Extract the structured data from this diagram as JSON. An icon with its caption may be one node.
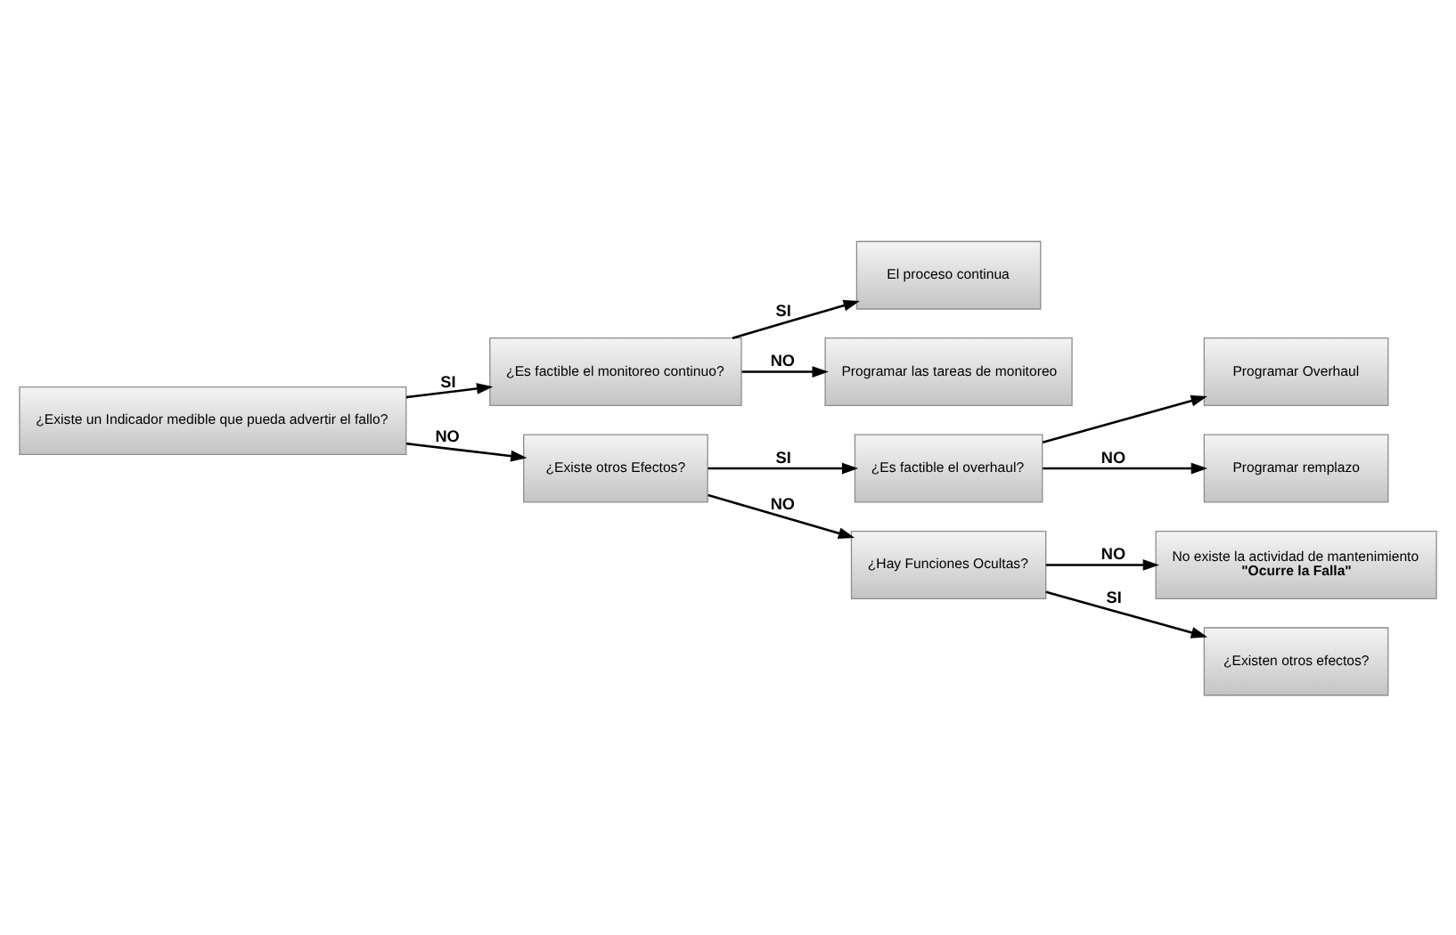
{
  "diagram": {
    "nodes": [
      {
        "text": [
          "¿Existe un Indicador medible que pueda advertir el fallo?"
        ]
      },
      {
        "text": [
          "¿Es factible el monitoreo continuo?"
        ]
      },
      {
        "text": [
          "El proceso continua"
        ]
      },
      {
        "text": [
          "Programar las tareas de monitoreo"
        ]
      },
      {
        "text": [
          "¿Existe otros Efectos?"
        ]
      },
      {
        "text": [
          "¿Es factible el overhaul?"
        ]
      },
      {
        "text": [
          "Programar Overhaul"
        ]
      },
      {
        "text": [
          "Programar remplazo"
        ]
      },
      {
        "text": [
          "¿Hay Funciones Ocultas?"
        ]
      },
      {
        "text": [
          "No existe la actividad de mantenimiento",
          "\"Ocurre la Falla\""
        ]
      },
      {
        "text": [
          "¿Existen otros efectos?"
        ]
      }
    ],
    "edges": [
      {
        "from": 0,
        "to": 1,
        "arrow": "to",
        "label": "SI"
      },
      {
        "from": 1,
        "to": 2,
        "arrow": "to",
        "label": "SI"
      },
      {
        "from": 1,
        "to": 3,
        "arrow": "to",
        "label": "NO"
      },
      {
        "from": 0,
        "to": 4,
        "arrow": "to",
        "label": "NO"
      },
      {
        "from": 4,
        "to": 5,
        "arrow": "to",
        "label": "SI"
      },
      {
        "from": 5,
        "to": 6,
        "arrow": "to"
      },
      {
        "from": 5,
        "to": 7,
        "arrow": "to",
        "label": "NO"
      },
      {
        "from": 4,
        "to": 8,
        "arrow": "to",
        "label": "NO"
      },
      {
        "from": 8,
        "to": 10,
        "arrow": "to",
        "label": "SI"
      },
      {
        "from": 8,
        "to": 9,
        "arrow": "to",
        "label": "NO"
      }
    ]
  }
}
